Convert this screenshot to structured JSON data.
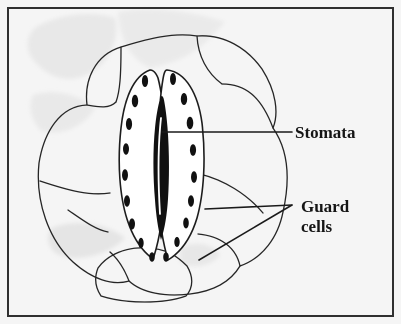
{
  "labels": {
    "stomata": "Stomata",
    "guard_cells_line1": "Guard",
    "guard_cells_line2": "cells"
  },
  "colors": {
    "ink": "#1a1a1a",
    "paper": "#f5f5f5",
    "guard_fill": "#ffffff",
    "smudge": "#d9d9d9"
  }
}
